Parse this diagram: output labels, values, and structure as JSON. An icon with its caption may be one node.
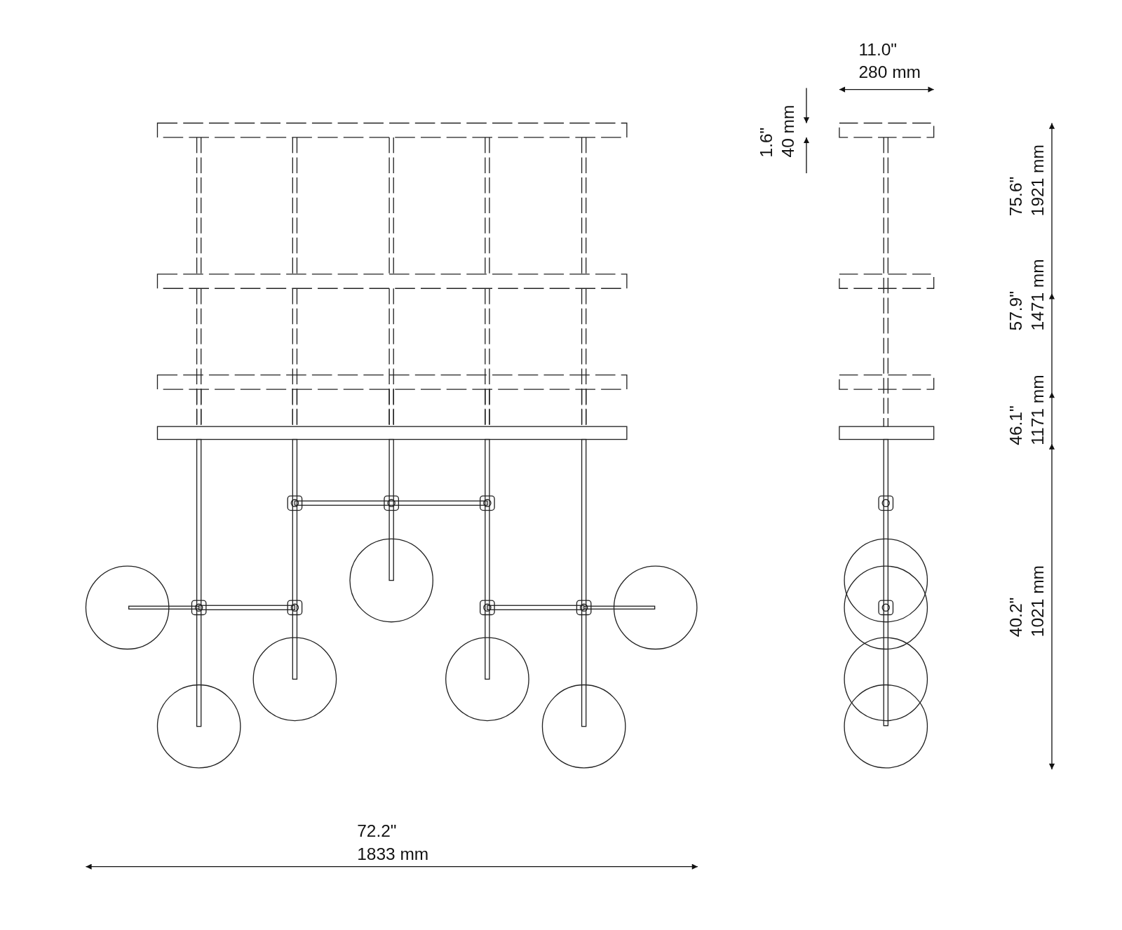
{
  "diagram": {
    "labels": [
      "11.0\"",
      "280 mm",
      "1.6\"",
      "40 mm",
      "75.6\"",
      "1921 mm",
      "57.9\"",
      "1471 mm",
      "46.1\"",
      "1171 mm",
      "40.2\"",
      "1021 mm",
      "72.2\"",
      "1833 mm"
    ]
  }
}
